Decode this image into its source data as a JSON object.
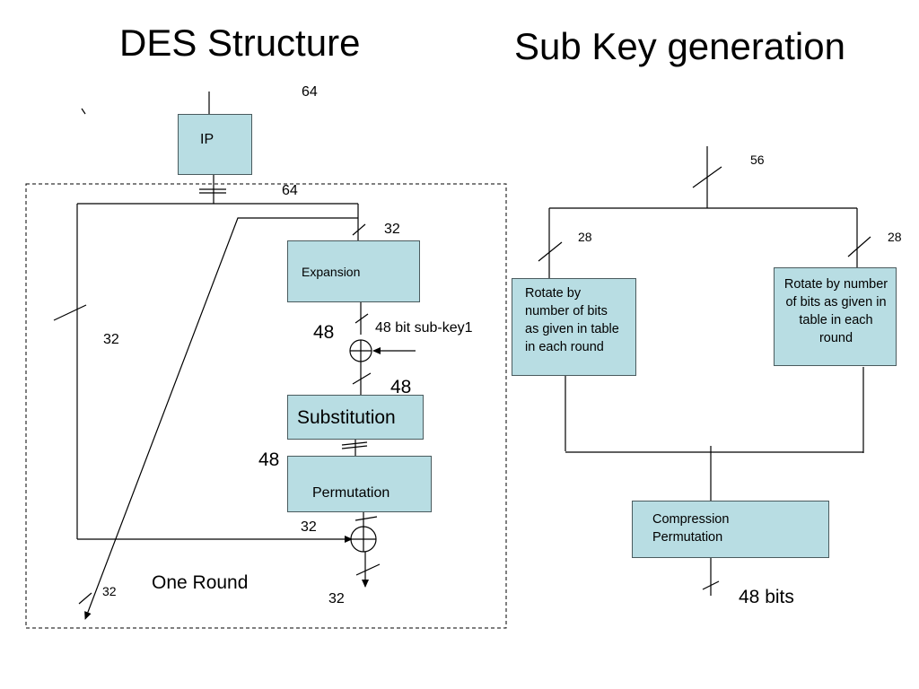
{
  "titles": {
    "des_structure": "DES Structure",
    "subkey_generation": "Sub Key generation"
  },
  "des": {
    "input_bits": "64",
    "ip_label": "IP",
    "after_ip_bits": "64",
    "right_half_bits": "32",
    "left_half_bits": "32",
    "expansion_label": "Expansion",
    "expansion_out_bits": "48",
    "subkey_label": "48 bit sub-key1",
    "xor_out_bits": "48",
    "substitution_label": "Substitution",
    "substitution_out_bits": "48",
    "permutation_label": "Permutation",
    "permutation_out_bits": "32",
    "output_right_bits": "32",
    "output_left_bits": "32",
    "round_label": "One Round"
  },
  "subkey": {
    "input_bits": "56",
    "left_bits": "28",
    "right_bits": "28",
    "rotate_left_label": "Rotate by number of bits as given in table in each round",
    "rotate_right_label": "Rotate by number of bits as given in table in each round",
    "compression_label": "Compression Permutation",
    "output_bits": "48 bits"
  }
}
